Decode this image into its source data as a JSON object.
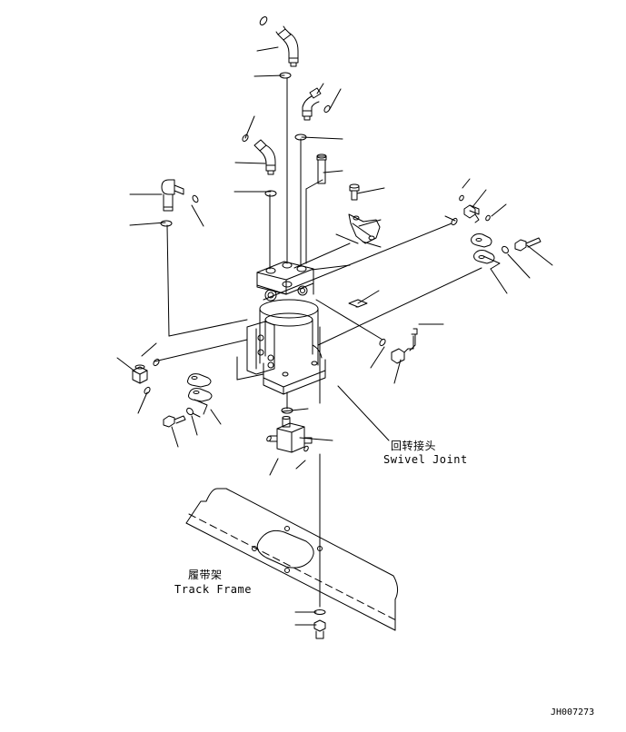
{
  "labels": {
    "swivel_joint_cn": "回转接头",
    "swivel_joint_en": "Swivel Joint",
    "track_frame_cn": "履带架",
    "track_frame_en": "Track Frame"
  },
  "drawing_number": "JH007273",
  "colors": {
    "line": "#000000",
    "background": "#ffffff"
  }
}
